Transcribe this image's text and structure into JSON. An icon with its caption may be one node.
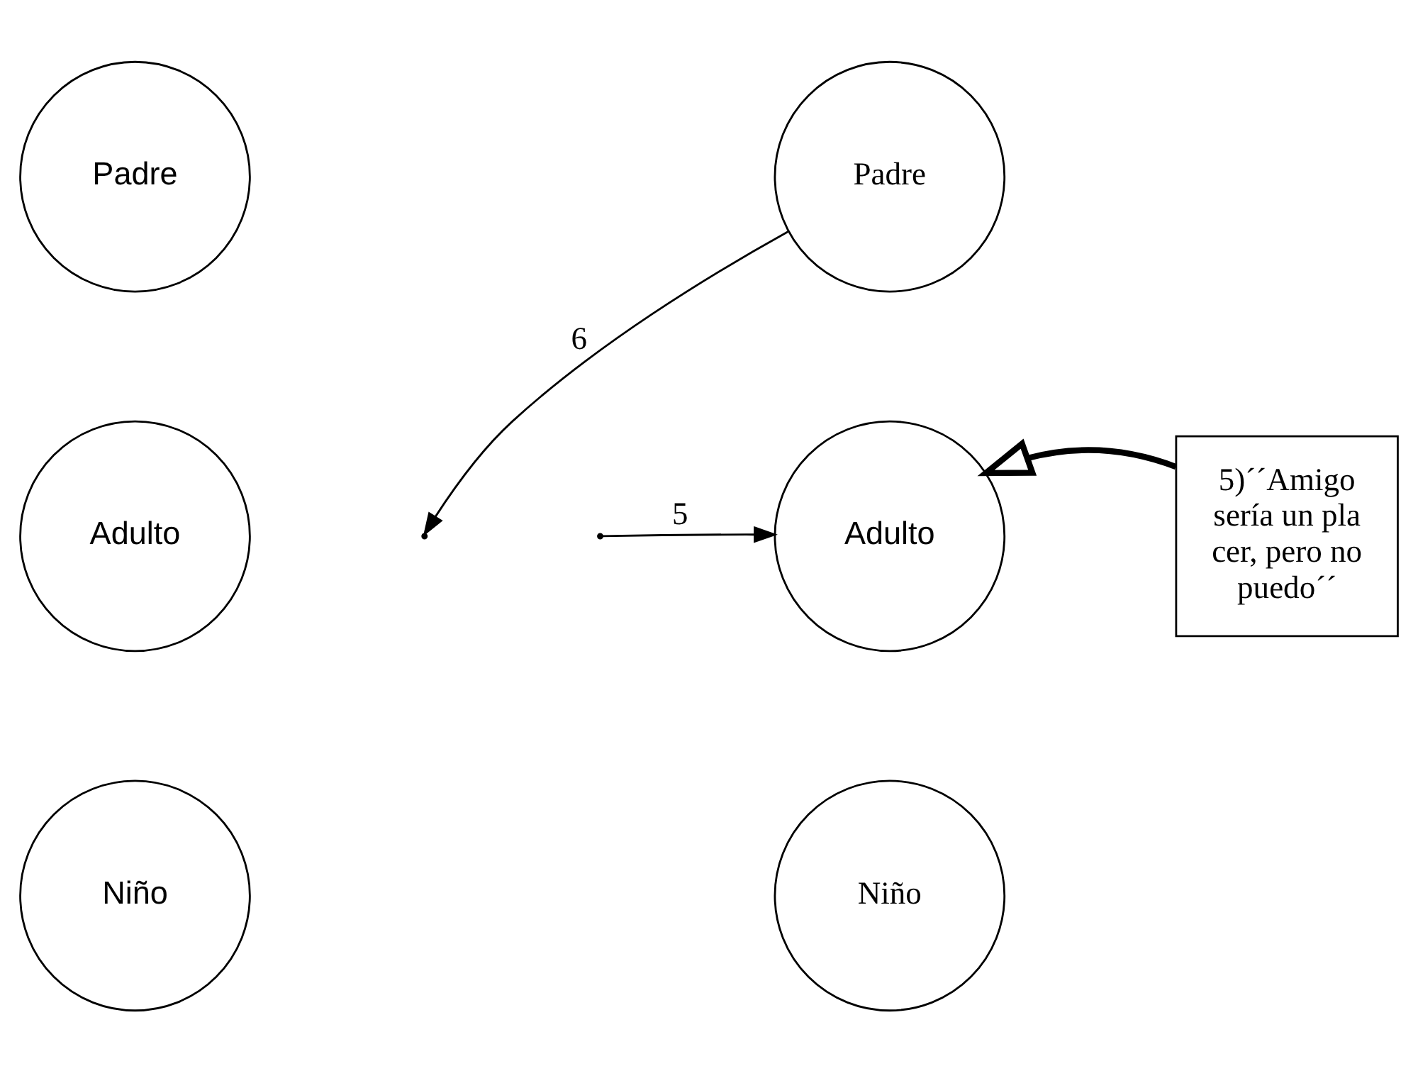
{
  "diagram": {
    "nodes": [
      {
        "text": [
          "Padre"
        ]
      },
      {
        "text": [
          "Padre"
        ]
      },
      {
        "text": [
          "Adulto"
        ]
      },
      {
        "text": [
          "Adulto"
        ]
      },
      {
        "text": [
          "Niño"
        ]
      },
      {
        "text": [
          "Niño"
        ]
      },
      {
        "text": [
          "5)´´Amigo sería un pla cer, pero no puedo´´"
        ]
      }
    ],
    "edges": [
      {
        "from": 6,
        "to": 3,
        "arrow": "to",
        "style": "thick"
      },
      {
        "from": 1,
        "to": null,
        "arrow": "to",
        "label": "6"
      },
      {
        "from": null,
        "to": 3,
        "arrow": "to",
        "label": "5"
      }
    ]
  }
}
